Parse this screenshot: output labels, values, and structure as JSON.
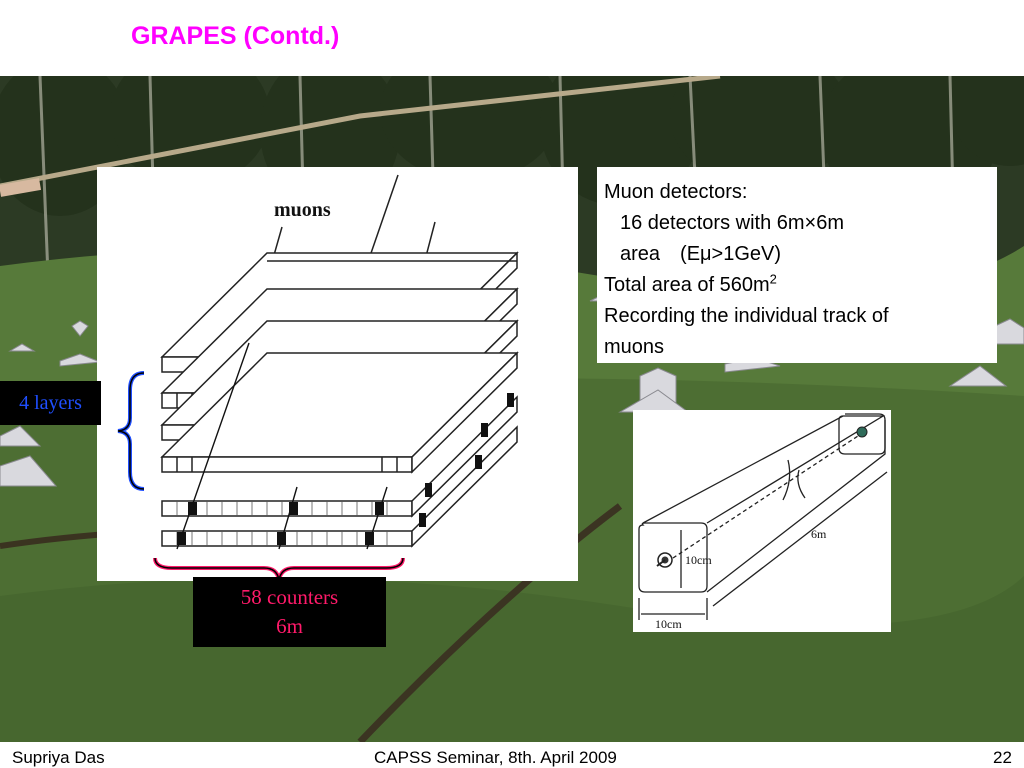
{
  "slide": {
    "title": "GRAPES (Contd.)",
    "text_box": {
      "heading": "Muon detectors:",
      "line1": "16 detectors with 6m×6m",
      "line2": "area　(Eμ>1GeV)",
      "line3_prefix": "Total area of 560m",
      "line3_sup": "2",
      "line4": "Recording the individual track of",
      "line5": "muons"
    },
    "stack_diagram": {
      "label": "muons"
    },
    "detector_diagram": {
      "length": "6m",
      "height": "10cm",
      "width": "10cm"
    },
    "layers_label": "4 layers",
    "counters_label": {
      "line1": "58 counters",
      "line2": "6m"
    }
  },
  "footer": {
    "author": "Supriya Das",
    "event": "CAPSS Seminar, 8th. April 2009",
    "page": "22"
  },
  "colors": {
    "title": "#ff00ff",
    "layers_text": "#1f4fff",
    "counters_text": "#ff1a6a",
    "brace_blue": "#1f4fff",
    "brace_pink": "#ff1a6a"
  }
}
